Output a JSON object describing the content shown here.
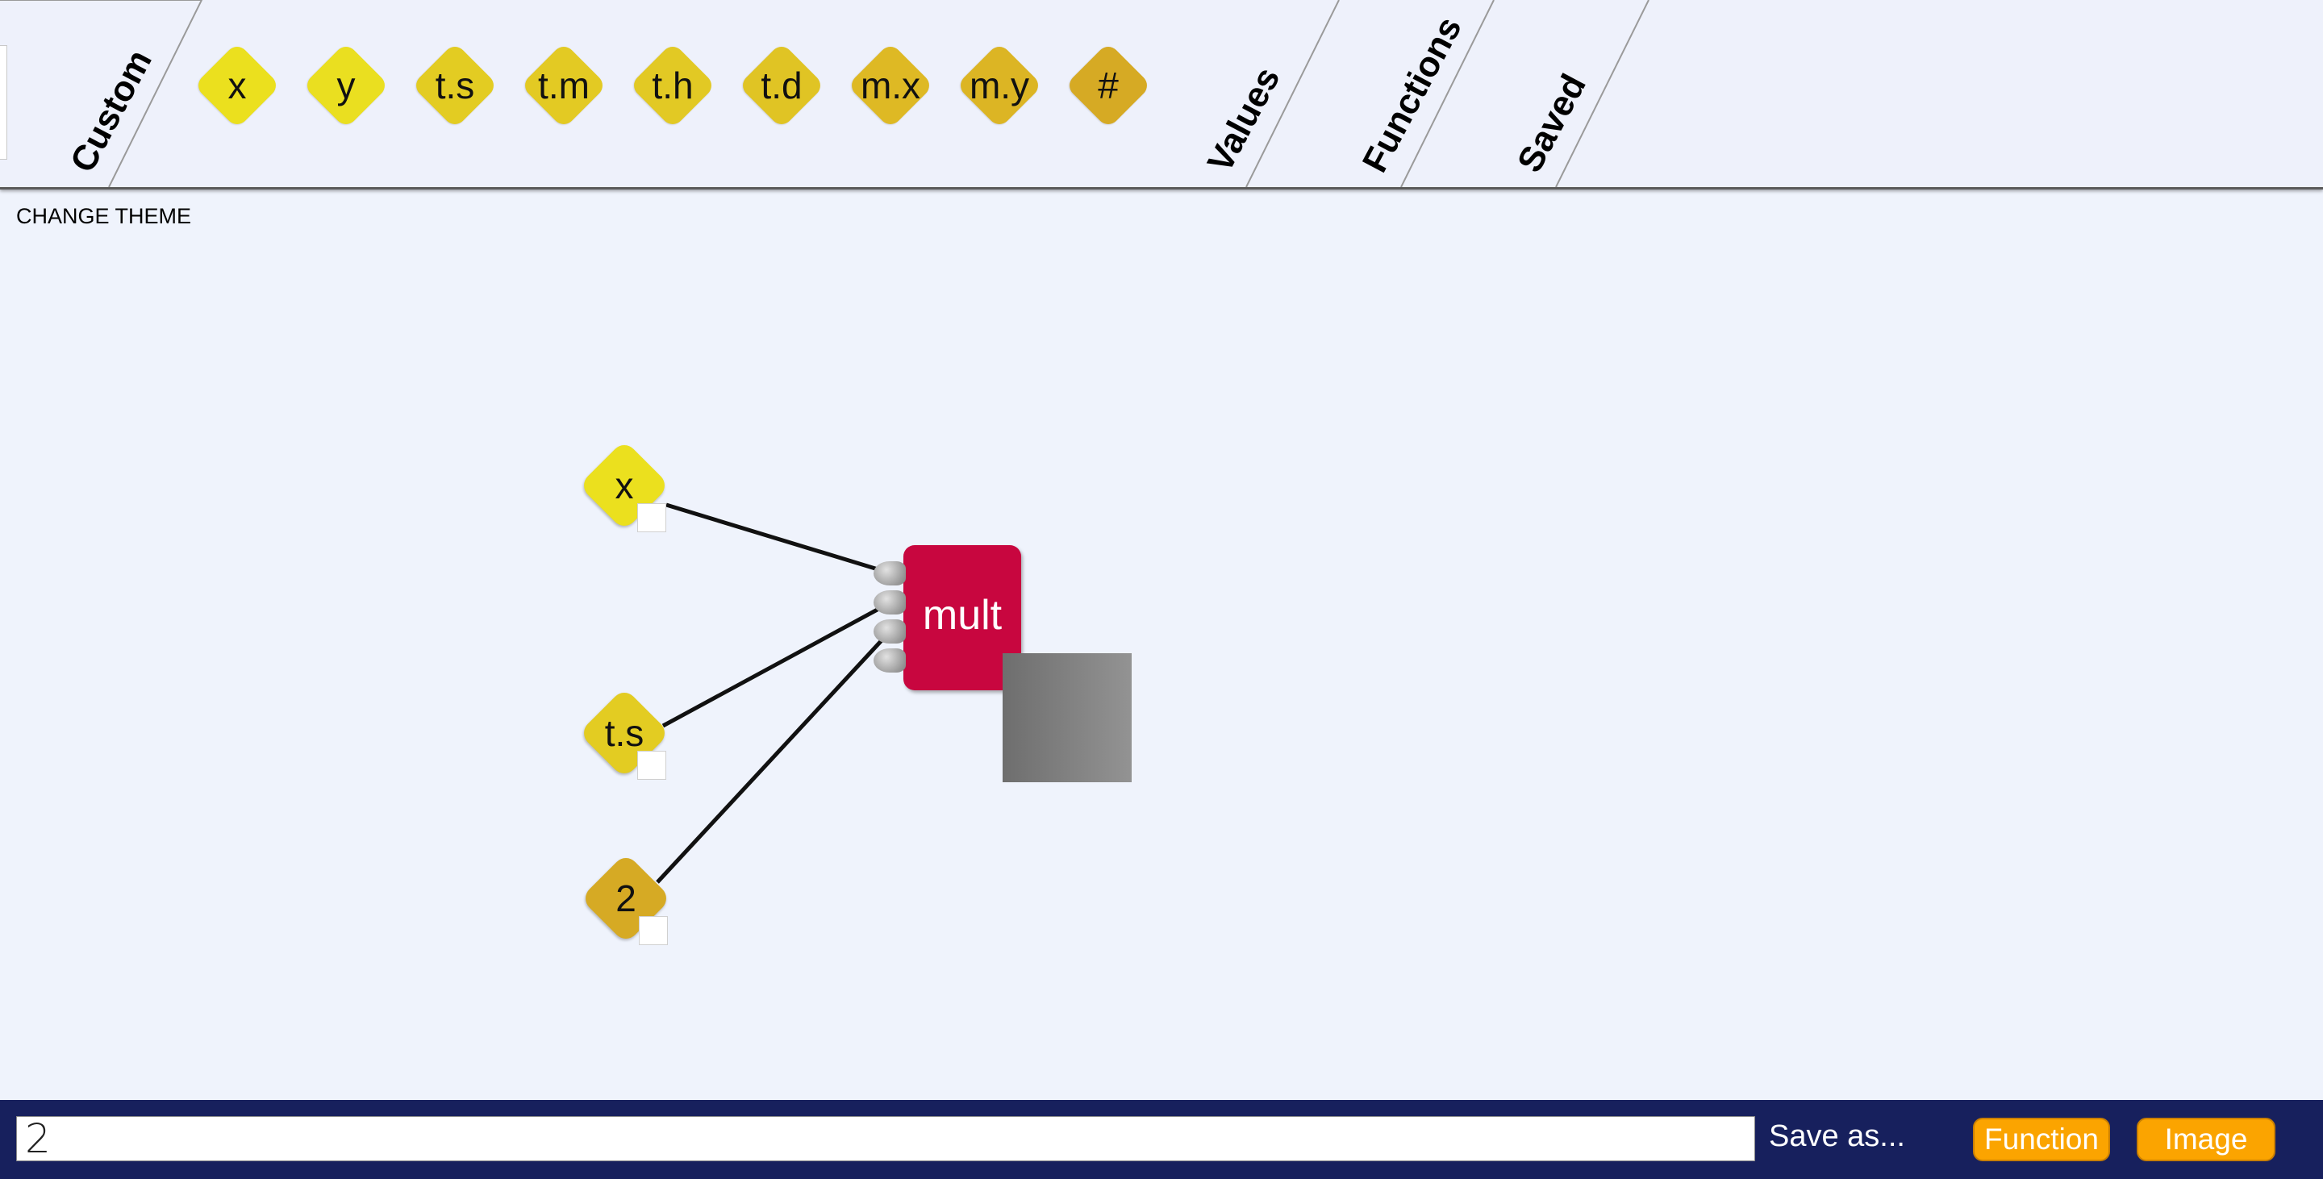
{
  "toolbar": {
    "tabs": [
      {
        "label": "Custom"
      },
      {
        "label": "Values"
      },
      {
        "label": "Functions"
      },
      {
        "label": "Saved"
      }
    ],
    "value_buttons": [
      {
        "label": "x",
        "color": "#ebe01e"
      },
      {
        "label": "y",
        "color": "#eadf20"
      },
      {
        "label": "t.s",
        "color": "#e3cc22"
      },
      {
        "label": "t.m",
        "color": "#e3ca23"
      },
      {
        "label": "t.h",
        "color": "#e2c924"
      },
      {
        "label": "t.d",
        "color": "#e0c424"
      },
      {
        "label": "m.x",
        "color": "#deb924"
      },
      {
        "label": "m.y",
        "color": "#dcb524"
      },
      {
        "label": "#",
        "color": "#d6aa24"
      }
    ]
  },
  "canvas": {
    "change_theme": "CHANGE THEME",
    "nodes": [
      {
        "label": "x",
        "color": "#ebe01e"
      },
      {
        "label": "t.s",
        "color": "#e3cc22"
      },
      {
        "label": "2",
        "color": "#d6aa24"
      }
    ],
    "function_node": {
      "label": "mult",
      "color": "#c8063f"
    }
  },
  "bottom_bar": {
    "expression_value": "2",
    "save_as": "Save as...",
    "function_button": "Function",
    "image_button": "Image"
  }
}
